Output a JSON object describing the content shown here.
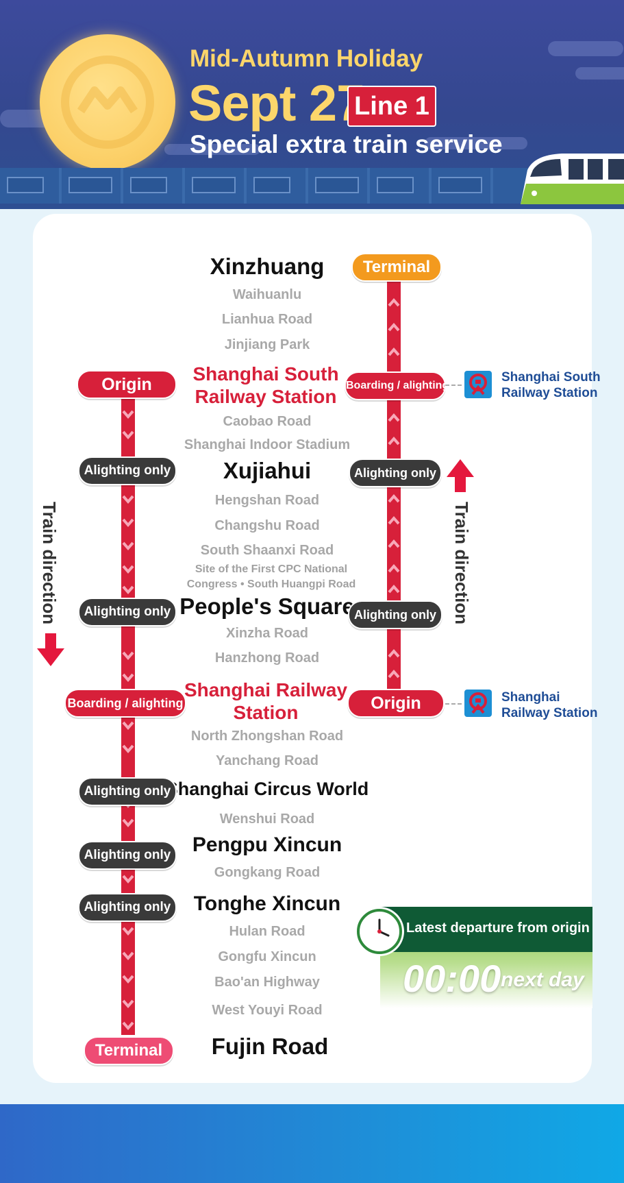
{
  "header": {
    "subtitle": "Mid-Autumn Holiday",
    "date": "Sept 27",
    "line_badge": "Line 1",
    "service": "Special extra train service"
  },
  "stations": [
    {
      "name": "Xinzhuang",
      "style": "major"
    },
    {
      "name": "Waihuanlu",
      "style": "minor"
    },
    {
      "name": "Lianhua Road",
      "style": "minor"
    },
    {
      "name": "Jinjiang Park",
      "style": "minor"
    },
    {
      "name": "Shanghai South Railway Station",
      "style": "red"
    },
    {
      "name": "Caobao Road",
      "style": "minor"
    },
    {
      "name": "Shanghai Indoor Stadium",
      "style": "minor"
    },
    {
      "name": "Xujiahui",
      "style": "major"
    },
    {
      "name": "Hengshan Road",
      "style": "minor"
    },
    {
      "name": "Changshu Road",
      "style": "minor"
    },
    {
      "name": "South Shaanxi Road",
      "style": "minor"
    },
    {
      "name": "Site of the First CPC National Congress • South Huangpi Road",
      "style": "tiny"
    },
    {
      "name": "People's Square",
      "style": "major"
    },
    {
      "name": "Xinzha Road",
      "style": "minor"
    },
    {
      "name": "Hanzhong Road",
      "style": "minor"
    },
    {
      "name": "Shanghai Railway Station",
      "style": "red"
    },
    {
      "name": "North Zhongshan Road",
      "style": "minor"
    },
    {
      "name": "Yanchang Road",
      "style": "minor"
    },
    {
      "name": "Shanghai Circus World",
      "style": "major"
    },
    {
      "name": "Wenshui Road",
      "style": "minor"
    },
    {
      "name": "Pengpu Xincun",
      "style": "major"
    },
    {
      "name": "Gongkang Road",
      "style": "minor"
    },
    {
      "name": "Tonghe Xincun",
      "style": "major"
    },
    {
      "name": "Hulan Road",
      "style": "minor"
    },
    {
      "name": "Gongfu Xincun",
      "style": "minor"
    },
    {
      "name": "Bao'an Highway",
      "style": "minor"
    },
    {
      "name": "West Youyi Road",
      "style": "minor"
    },
    {
      "name": "Fujin Road",
      "style": "major"
    }
  ],
  "station_labels": {
    "sh_south_l1": "Shanghai South",
    "sh_south_l2": "Railway Station",
    "cpc_l1": "Site of the First CPC National",
    "cpc_l2": "Congress • South Huangpi Road",
    "sh_rail_l1": "Shanghai Railway",
    "sh_rail_l2": "Station"
  },
  "left_route": {
    "origin": "Origin",
    "alight1": "Alighting only",
    "alight2": "Alighting only",
    "boarding": "Boarding / alighting",
    "alight3": "Alighting only",
    "alight4": "Alighting only",
    "alight5": "Alighting only",
    "terminal": "Terminal"
  },
  "right_route": {
    "terminal": "Terminal",
    "boarding": "Boarding / alighting",
    "alight1": "Alighting only",
    "alight2": "Alighting only",
    "origin": "Origin"
  },
  "railway_links": {
    "south_l1": "Shanghai South",
    "south_l2": "Railway Station",
    "main_l1": "Shanghai",
    "main_l2": "Railway Station"
  },
  "direction_label": "Train direction",
  "latest": {
    "label": "Latest departure from origin",
    "time": "00:00",
    "suffix": "next day"
  },
  "colors": {
    "accent_red": "#d7203a",
    "header_blue": "#3d4a9c",
    "moon_yellow": "#fcd66b",
    "terminal_orange": "#f39a1e",
    "terminal_pink": "#ee4c74",
    "latest_green": "#0f5a35"
  }
}
